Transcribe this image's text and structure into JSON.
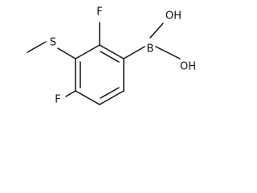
{
  "molecule": {
    "atoms": {
      "f_top": "F",
      "s": "S",
      "b": "B",
      "oh_upper": "OH",
      "oh_lower": "OH",
      "f_bottom": "F"
    }
  }
}
